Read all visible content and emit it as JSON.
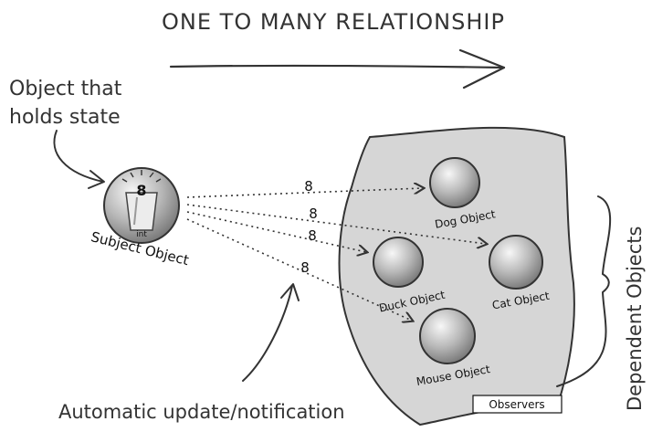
{
  "title": "ONE TO MANY RELATIONSHIP",
  "state_note": {
    "line1": "Object that",
    "line2": "holds state"
  },
  "update_note": "Automatic update/notification",
  "dependents_label": "Dependent Objects",
  "observers_label": "Observers",
  "subject": {
    "label": "Subject Object",
    "value": "8",
    "type": "int"
  },
  "observers": [
    {
      "label": "Dog Object",
      "value": "8"
    },
    {
      "label": "Cat Object",
      "value": "8"
    },
    {
      "label": "Duck Object",
      "value": "8"
    },
    {
      "label": "Mouse Object",
      "value": "8"
    }
  ],
  "colors": {
    "ink": "#333333",
    "blob_fill": "#d6d6d6",
    "sphere_light": "#f2f2f2",
    "sphere_dark": "#8c8c8c"
  }
}
